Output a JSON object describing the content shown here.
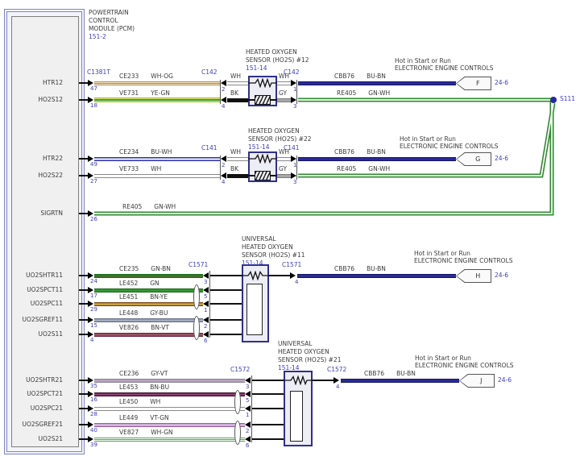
{
  "pcm": {
    "title_line1": "POWERTRAIN",
    "title_line2": "CONTROL",
    "title_line3": "MODULE (PCM)",
    "page_ref": "151-2",
    "connector": "C1381T",
    "pins": [
      {
        "name": "HTR12",
        "num": "47"
      },
      {
        "name": "HO2S12",
        "num": "18"
      },
      {
        "name": "HTR22",
        "num": "49"
      },
      {
        "name": "HO2S22",
        "num": "27"
      },
      {
        "name": "SIGRTN",
        "num": "26"
      },
      {
        "name": "UO2SHTR11",
        "num": "24"
      },
      {
        "name": "UO2SPCT11",
        "num": "17"
      },
      {
        "name": "UO2SPC11",
        "num": "29"
      },
      {
        "name": "UO2SGREF11",
        "num": "15"
      },
      {
        "name": "UO2S11",
        "num": "4"
      },
      {
        "name": "UO2SHTR21",
        "num": "35"
      },
      {
        "name": "UO2SPCT21",
        "num": "16"
      },
      {
        "name": "UO2SPC21",
        "num": "28"
      },
      {
        "name": "UO2SGREF21",
        "num": "40"
      },
      {
        "name": "UO2S21",
        "num": "39"
      }
    ]
  },
  "s12": {
    "title_line1": "HEATED OXYGEN",
    "title_line2": "SENSOR (HO2S) #12",
    "page_ref": "151-14",
    "conn_left": "C142",
    "conn_right": "C142",
    "pin_l1": "2",
    "pin_l2": "4",
    "pin_r1": "1",
    "pin_r2": "3",
    "stub_l1": "WH",
    "stub_l2": "BK",
    "stub_r1": "WH",
    "stub_r2": "GY"
  },
  "s22": {
    "title_line1": "HEATED OXYGEN",
    "title_line2": "SENSOR (HO2S) #22",
    "page_ref": "151-14",
    "conn_left": "C141",
    "conn_right": "C141",
    "pin_l1": "2",
    "pin_l2": "4",
    "pin_r1": "1",
    "pin_r2": "3",
    "stub_l1": "WH",
    "stub_l2": "BK",
    "stub_r1": "WH",
    "stub_r2": "GY"
  },
  "u11": {
    "title_line1": "UNIVERSAL",
    "title_line2": "HEATED OXYGEN",
    "title_line3": "SENSOR (HO2S) #11",
    "page_ref": "151-14",
    "conn": "C1571",
    "pins_left": [
      "3",
      "5",
      "1",
      "2",
      "6"
    ],
    "pin_right": "4"
  },
  "u21": {
    "title_line1": "UNIVERSAL",
    "title_line2": "HEATED OXYGEN",
    "title_line3": "SENSOR (HO2S) #21",
    "page_ref": "151-14",
    "conn": "C1572",
    "pins_left": [
      "3",
      "5",
      "1",
      "2",
      "6"
    ],
    "pin_right": "4"
  },
  "wires": {
    "htr12": {
      "circuit": "CE233",
      "color": "WH-OG"
    },
    "ho2s12": {
      "circuit": "VE731",
      "color": "YE-GN"
    },
    "htr22": {
      "circuit": "CE234",
      "color": "BU-WH"
    },
    "ho2s22": {
      "circuit": "VE733",
      "color": "WH"
    },
    "sigrtn": {
      "circuit": "RE405",
      "color": "GN-WH"
    },
    "out12_pwr": {
      "circuit": "CBB76",
      "color": "BU-BN"
    },
    "out12_gnd": {
      "circuit": "RE405",
      "color": "GN-WH"
    },
    "out22_pwr": {
      "circuit": "CBB76",
      "color": "BU-BN"
    },
    "out22_gnd": {
      "circuit": "RE405",
      "color": "GN-WH"
    },
    "u11": [
      {
        "circuit": "CE235",
        "color": "GN-BN"
      },
      {
        "circuit": "LE452",
        "color": "GN"
      },
      {
        "circuit": "LE451",
        "color": "BN-YE"
      },
      {
        "circuit": "LE448",
        "color": "GY-BU"
      },
      {
        "circuit": "VE826",
        "color": "BN-VT"
      }
    ],
    "u11_out": {
      "circuit": "CBB76",
      "color": "BU-BN"
    },
    "u21": [
      {
        "circuit": "CE236",
        "color": "GY-VT"
      },
      {
        "circuit": "LE453",
        "color": "BN-BU"
      },
      {
        "circuit": "LE450",
        "color": "WH"
      },
      {
        "circuit": "LE449",
        "color": "VT-GN"
      },
      {
        "circuit": "VE827",
        "color": "WH-GN"
      }
    ],
    "u21_out": {
      "circuit": "CBB76",
      "color": "BU-BN"
    }
  },
  "dest": {
    "hot": "Hot in Start or Run",
    "name": "ELECTRONIC ENGINE CONTROLS",
    "page_ref": "24-6",
    "f": "F",
    "g": "G",
    "h": "H",
    "j": "J"
  },
  "splice": {
    "label": "S111"
  },
  "colors": {
    "label_blue": "#3d3dbb",
    "splice_dot": "#2727a8",
    "green_wire": "#2e8b2e",
    "navy_wire": "#2a2a9a",
    "pcm_border": "#8084c4"
  }
}
